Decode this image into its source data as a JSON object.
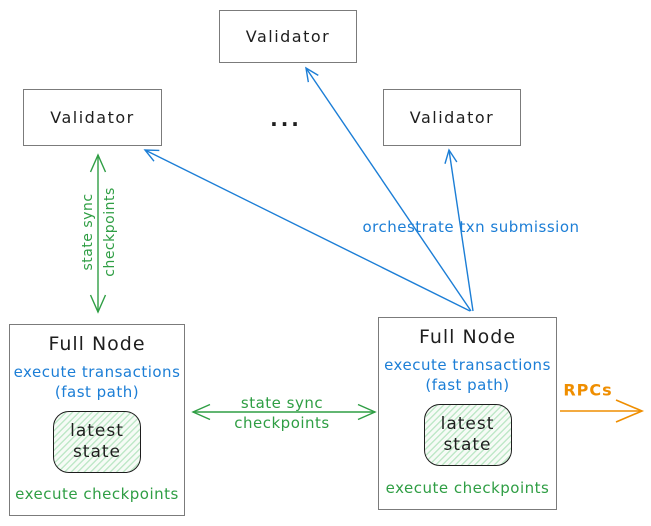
{
  "colors": {
    "blue": "#1c7ed6",
    "green": "#2f9e44",
    "orange": "#ef8e00",
    "text": "#1e1e1e",
    "box_border": "#7b7b7b",
    "state_hatch": "#bfe8c8"
  },
  "validators": {
    "top": "Validator",
    "left": "Validator",
    "right": "Validator"
  },
  "ellipsis": "...",
  "full_nodes": {
    "left": {
      "title": "Full Node",
      "exec_line1": "execute transactions",
      "exec_line2": "(fast path)",
      "state_line1": "latest",
      "state_line2": "state",
      "footer": "execute checkpoints"
    },
    "right": {
      "title": "Full Node",
      "exec_line1": "execute transactions",
      "exec_line2": "(fast path)",
      "state_line1": "latest",
      "state_line2": "state",
      "footer": "execute checkpoints"
    }
  },
  "edges": {
    "state_sync_left": {
      "line1": "state sync",
      "line2": "checkpoints"
    },
    "state_sync_middle": {
      "line1": "state sync",
      "line2": "checkpoints"
    },
    "orchestrate": {
      "label": "orchestrate txn submission"
    },
    "rpc": {
      "label": "RPCs"
    }
  }
}
